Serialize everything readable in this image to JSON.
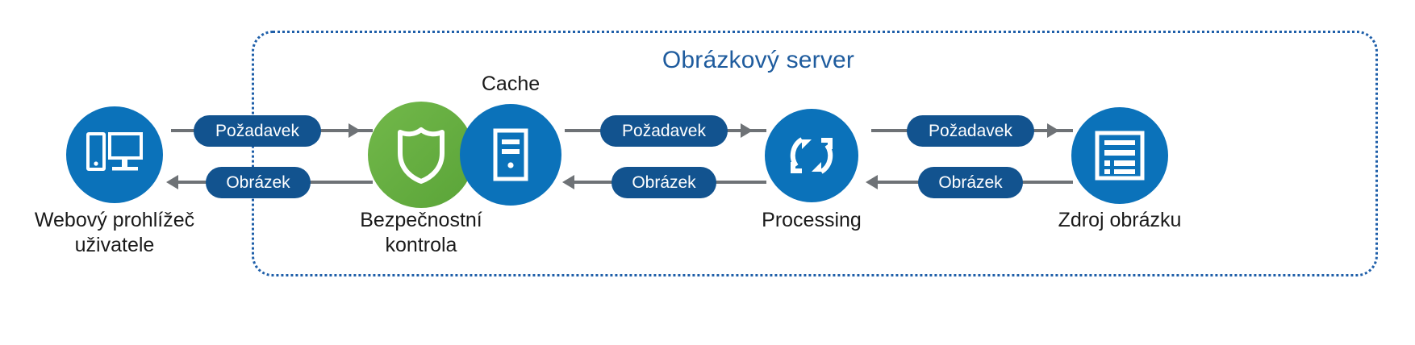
{
  "diagram": {
    "title": "Obrázkový server",
    "title_color": "#1f5c9e",
    "boundary_style": "dotted",
    "accent_blue": "#0b72ba",
    "pill_blue": "#12538f",
    "green": "#6cb33f",
    "line_gray": "#6e7276"
  },
  "nodes": [
    {
      "id": "browser",
      "icon": "desktop-computer-icon",
      "caption": "Webový prohlížeč\nuživatele",
      "color": "#0b72ba"
    },
    {
      "id": "security",
      "icon": "shield-icon",
      "caption": "Bezpečnostní\nkontrola",
      "color": "#6cb33f"
    },
    {
      "id": "cache",
      "icon": "server-tower-icon",
      "caption": "Cache",
      "color": "#0b72ba"
    },
    {
      "id": "processing",
      "icon": "refresh-cycle-icon",
      "caption": "Processing",
      "color": "#0b72ba"
    },
    {
      "id": "source",
      "icon": "image-source-window-icon",
      "caption": "Zdroj obrázku",
      "color": "#0b72ba"
    }
  ],
  "flows": [
    {
      "id": "f1-request",
      "label": "Požadavek",
      "direction": "right"
    },
    {
      "id": "f1-image",
      "label": "Obrázek",
      "direction": "left"
    },
    {
      "id": "f2-request",
      "label": "Požadavek",
      "direction": "right"
    },
    {
      "id": "f2-image",
      "label": "Obrázek",
      "direction": "left"
    },
    {
      "id": "f3-request",
      "label": "Požadavek",
      "direction": "right"
    },
    {
      "id": "f3-image",
      "label": "Obrázek",
      "direction": "left"
    }
  ]
}
